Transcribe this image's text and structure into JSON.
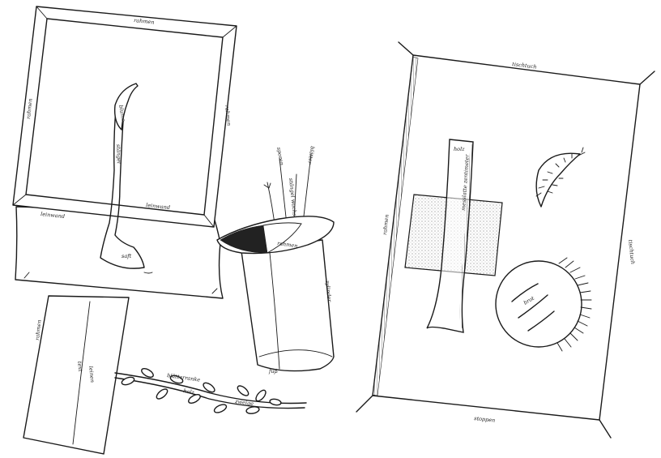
{
  "labels": {
    "frame_top": "rahmen",
    "frame_left": "rahmen",
    "frame_right": "rahmen",
    "frame_bottom": "leinwand",
    "canvas_edge": "leinwand",
    "stem_upper": "blume",
    "stem_lower": "stängel",
    "puddle": "saft",
    "hat_brim": "rahmen",
    "hat_body": "zylinder",
    "hat_base": "fuß",
    "wand1": "sporen",
    "wand2": "blätter",
    "wand3": "stängel wachstum",
    "card_left": "rahmen",
    "card_mid1": "text",
    "card_mid2": "leinen",
    "vine_top": "blätterranke",
    "vine_mid": "holz",
    "vine_right": "zweige",
    "table_top": "tischtuch",
    "table_left": "rahmen",
    "table_right": "tischtuch",
    "table_bottom": "stoppen",
    "strip": "holz",
    "strip_side": "messlatte zentimeter",
    "bread": "brot"
  },
  "icons": {
    "bird": "bird-feather-icon",
    "bread": "bread-loaf-icon"
  }
}
